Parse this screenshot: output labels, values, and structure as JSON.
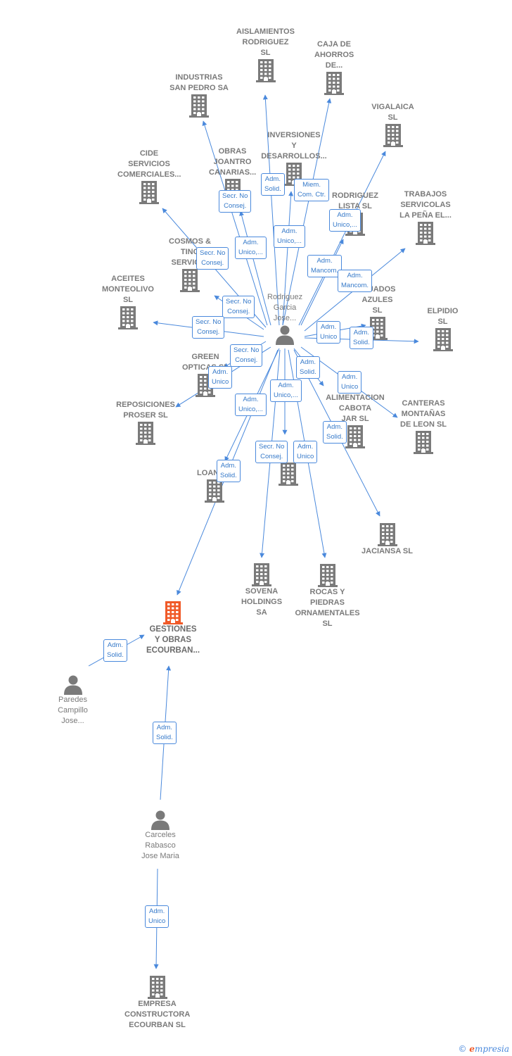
{
  "colors": {
    "edge": "#4a89dc",
    "building": "#7a7a7a",
    "main_building": "#f05a28",
    "person": "#7a7a7a"
  },
  "nodes": [
    {
      "id": "hub",
      "type": "person",
      "icon": "person-icon",
      "label": "Rodriguez\nGarcia\nJose..."
    },
    {
      "id": "aislamientos",
      "type": "company",
      "icon": "building-icon",
      "label": "AISLAMIENTOS\nRODRIGUEZ SL"
    },
    {
      "id": "caja",
      "type": "company",
      "icon": "building-icon",
      "label": "CAJA DE\nAHORROS\nDE..."
    },
    {
      "id": "industrias",
      "type": "company",
      "icon": "building-icon",
      "label": "INDUSTRIAS\nSAN PEDRO SA"
    },
    {
      "id": "vigalaica",
      "type": "company",
      "icon": "building-icon",
      "label": "VIGALAICA SL"
    },
    {
      "id": "inversiones",
      "type": "company",
      "icon": "building-icon",
      "label": "INVERSIONES\nY\nDESARROLLOS..."
    },
    {
      "id": "cide",
      "type": "company",
      "icon": "building-icon",
      "label": "CIDE\nSERVICIOS\nCOMERCIALES..."
    },
    {
      "id": "obras",
      "type": "company",
      "icon": "building-icon",
      "label": "OBRAS\nJOANTRO\nCANARIAS..."
    },
    {
      "id": "rodriguezlista",
      "type": "company",
      "icon": "building-icon",
      "label": "RODRIGUEZ\nLISTA SL"
    },
    {
      "id": "trabajos",
      "type": "company",
      "icon": "building-icon",
      "label": "TRABAJOS\nSERVICOLAS\nLA PEÑA EL..."
    },
    {
      "id": "cosmos",
      "type": "company",
      "icon": "building-icon",
      "label": "COSMOS &\nTINO\nSERVICI..."
    },
    {
      "id": "aceites",
      "type": "company",
      "icon": "building-icon",
      "label": "ACEITES\nMONTEOLIVO\nSL"
    },
    {
      "id": "tejados",
      "type": "company",
      "icon": "building-icon",
      "label": "TEJADOS\nAZULES SL"
    },
    {
      "id": "elpidio",
      "type": "company",
      "icon": "building-icon",
      "label": "ELPIDIO  SL"
    },
    {
      "id": "green",
      "type": "company",
      "icon": "building-icon",
      "label": "GREEN\nOPTICAS  SL"
    },
    {
      "id": "reposiciones",
      "type": "company",
      "icon": "building-icon",
      "label": "REPOSICIONES\nPROSER SL"
    },
    {
      "id": "alimentacion",
      "type": "company",
      "icon": "building-icon",
      "label": "ALIMENTACION\nCABOTA\nJAR SL"
    },
    {
      "id": "canteras",
      "type": "company",
      "icon": "building-icon",
      "label": "CANTERAS\nMONTAÑAS\nDE LEON  SL"
    },
    {
      "id": "loan",
      "type": "company",
      "icon": "building-icon",
      "label": "LOAN T..."
    },
    {
      "id": "unnamed",
      "type": "company",
      "icon": "building-icon",
      "label": ""
    },
    {
      "id": "jaciansa",
      "type": "company",
      "icon": "building-icon",
      "label": "JACIANSA  SL"
    },
    {
      "id": "sovena",
      "type": "company",
      "icon": "building-icon",
      "label": "SOVENA\nHOLDINGS SA"
    },
    {
      "id": "rocas",
      "type": "company",
      "icon": "building-icon",
      "label": "ROCAS Y\nPIEDRAS\nORNAMENTALES SL"
    },
    {
      "id": "gestiones",
      "type": "main",
      "icon": "building-icon",
      "label": "GESTIONES\nY OBRAS\nECOURBAN..."
    },
    {
      "id": "paredes",
      "type": "person",
      "icon": "person-icon",
      "label": "Paredes\nCampillo\nJose..."
    },
    {
      "id": "carceles",
      "type": "person",
      "icon": "person-icon",
      "label": "Carceles\nRabasco\nJose Maria"
    },
    {
      "id": "empresa",
      "type": "company",
      "icon": "building-icon",
      "label": "EMPRESA\nCONSTRUCTORA\nECOURBAN  SL"
    }
  ],
  "edges": [
    {
      "from": "hub",
      "to": "aislamientos",
      "label": "Adm.\nSolid."
    },
    {
      "from": "hub",
      "to": "caja",
      "label": "Miem.\nCom. Ctr."
    },
    {
      "from": "hub",
      "to": "industrias",
      "label": "Secr.  No\nConsej."
    },
    {
      "from": "hub",
      "to": "vigalaica",
      "label": "Adm.\nUnico,..."
    },
    {
      "from": "hub",
      "to": "inversiones",
      "label": "Adm.\nUnico,..."
    },
    {
      "from": "hub",
      "to": "cide",
      "label": "Secr.  No\nConsej."
    },
    {
      "from": "hub",
      "to": "obras",
      "label": "Adm.\nUnico,..."
    },
    {
      "from": "hub",
      "to": "rodriguezlista",
      "label": "Adm.\nMancom."
    },
    {
      "from": "hub",
      "to": "trabajos",
      "label": "Adm.\nMancom."
    },
    {
      "from": "hub",
      "to": "cosmos",
      "label": "Secr.  No\nConsej."
    },
    {
      "from": "hub",
      "to": "aceites",
      "label": "Secr.  No\nConsej."
    },
    {
      "from": "hub",
      "to": "tejados",
      "label": "Adm.\nUnico"
    },
    {
      "from": "hub",
      "to": "elpidio",
      "label": "Adm.\nSolid."
    },
    {
      "from": "hub",
      "to": "green",
      "label": "Secr.  No\nConsej."
    },
    {
      "from": "hub",
      "to": "reposiciones",
      "label": "Adm.\nUnico"
    },
    {
      "from": "hub",
      "to": "alimentacion",
      "label": "Adm.\nSolid."
    },
    {
      "from": "hub",
      "to": "canteras",
      "label": "Adm.\nUnico"
    },
    {
      "from": "hub",
      "to": "loan",
      "label": "Adm.\nUnico,..."
    },
    {
      "from": "hub",
      "to": "unnamed",
      "label": "Adm.\nUnico,..."
    },
    {
      "from": "hub",
      "to": "jaciansa",
      "label": "Adm.\nSolid."
    },
    {
      "from": "hub",
      "to": "sovena",
      "label": "Secr.  No\nConsej."
    },
    {
      "from": "hub",
      "to": "rocas",
      "label": "Adm.\nUnico"
    },
    {
      "from": "hub",
      "to": "gestiones",
      "label": "Adm.\nSolid."
    },
    {
      "from": "paredes",
      "to": "gestiones",
      "label": "Adm.\nSolid."
    },
    {
      "from": "carceles",
      "to": "gestiones",
      "label": "Adm.\nSolid."
    },
    {
      "from": "carceles",
      "to": "empresa",
      "label": "Adm.\nUnico"
    }
  ],
  "footer": {
    "copyright": "©",
    "brand_initial": "e",
    "brand_rest": "mpresia"
  }
}
